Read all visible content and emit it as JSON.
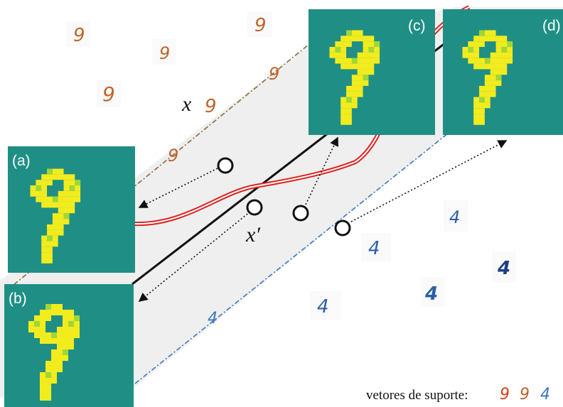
{
  "colors": {
    "panel_bg": "#1f8f85",
    "digit_yellow": "#f2ec1e",
    "digit_green": "#9fd638",
    "curve_red": "#e02020",
    "boundary": "#111111",
    "margin_nine": "#8b6a3a",
    "margin_four": "#3a78c0",
    "nine_ink": "#c0622a",
    "four_ink": "#2a5fa8",
    "margin_fill": "#eeeeee"
  },
  "panels": [
    {
      "id": "a",
      "label": "(a)"
    },
    {
      "id": "b",
      "label": "(b)"
    },
    {
      "id": "c",
      "label": "(c)"
    },
    {
      "id": "d",
      "label": "(d)"
    }
  ],
  "annotations": {
    "x": "x",
    "x_prime": "x′"
  },
  "digits": {
    "nine": "9",
    "four": "4"
  },
  "legend": {
    "label": "vetores de suporte:",
    "symbols": [
      "9",
      "9",
      "4"
    ]
  },
  "icons": [
    "digit-nine-image",
    "digit-four-image",
    "sample-circle-icon",
    "dotted-arrow-icon"
  ]
}
